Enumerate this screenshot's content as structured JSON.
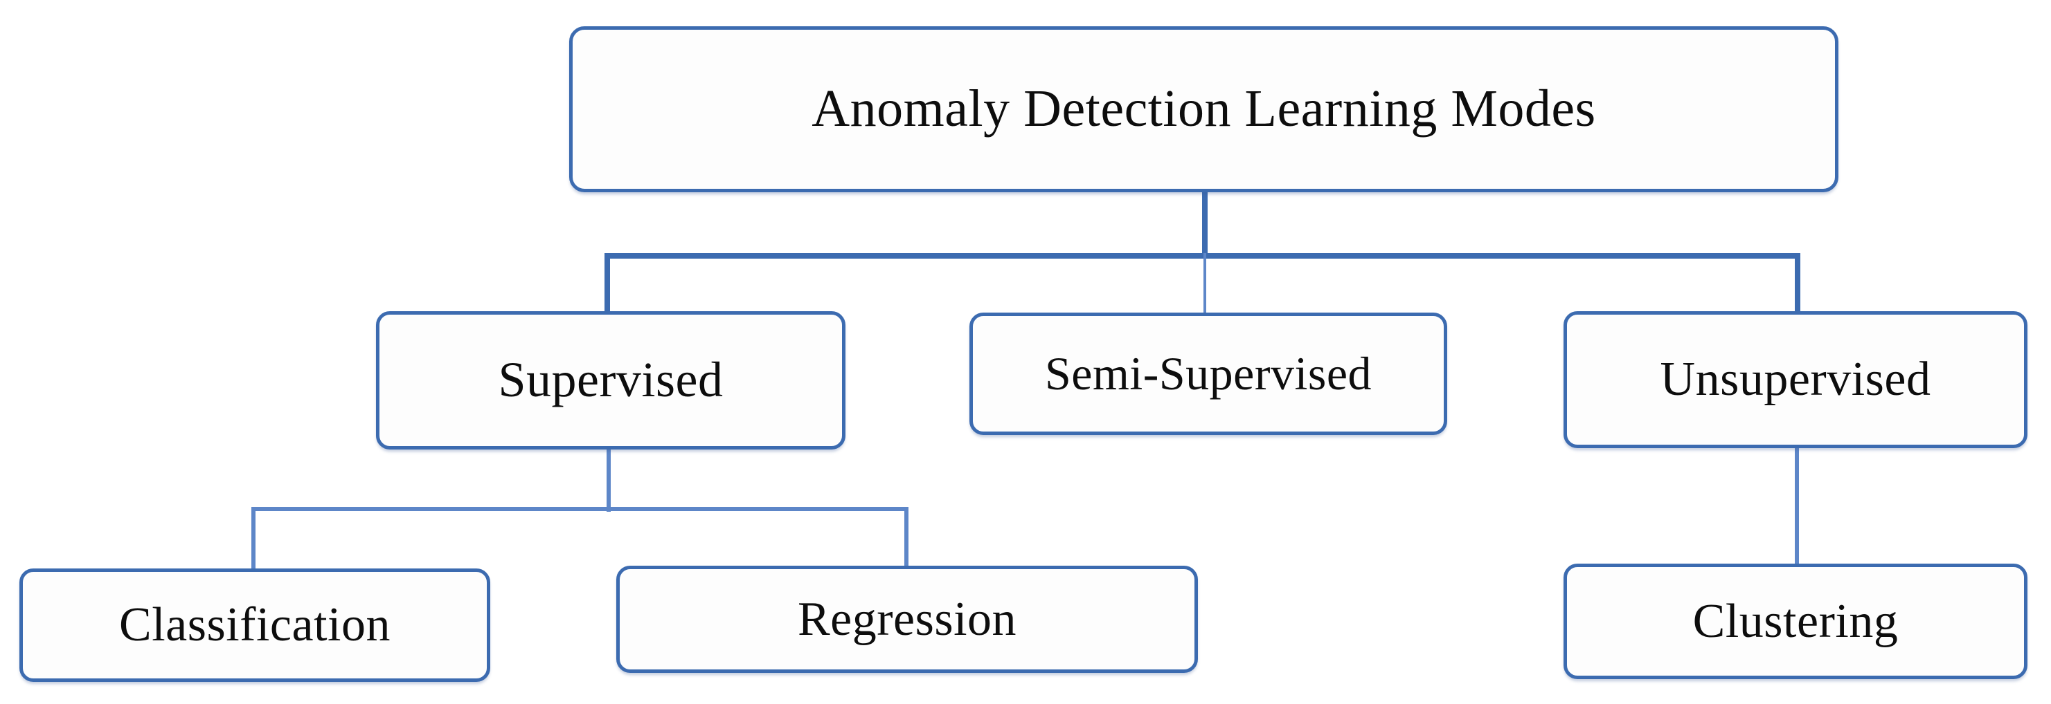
{
  "diagram": {
    "title": "Anomaly Detection Learning Modes",
    "accent_color": "#3c6bb0",
    "thin_line_color": "#5d86c8",
    "background_color": "#ffffff",
    "text_color": "#0d0d0d",
    "nodes": {
      "root": {
        "label": "Anomaly Detection Learning Modes"
      },
      "supervised": {
        "label": "Supervised"
      },
      "semi_supervised": {
        "label": "Semi-Supervised"
      },
      "unsupervised": {
        "label": "Unsupervised"
      },
      "classification": {
        "label": "Classification"
      },
      "regression": {
        "label": "Regression"
      },
      "clustering": {
        "label": "Clustering"
      }
    },
    "edges": [
      {
        "from": "root",
        "to": "supervised"
      },
      {
        "from": "root",
        "to": "semi_supervised"
      },
      {
        "from": "root",
        "to": "unsupervised"
      },
      {
        "from": "supervised",
        "to": "classification"
      },
      {
        "from": "supervised",
        "to": "regression"
      },
      {
        "from": "unsupervised",
        "to": "clustering"
      }
    ]
  }
}
